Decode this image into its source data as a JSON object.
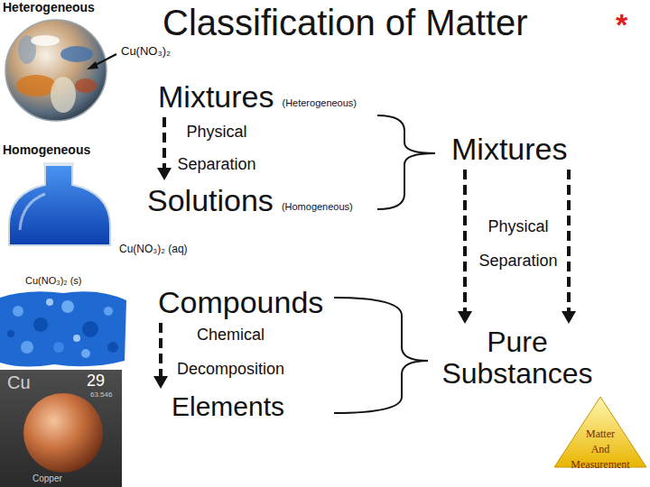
{
  "diagram": {
    "title": "Classification of Matter",
    "nodes": [
      {
        "text": [
          "Mixtures",
          "(Heterogeneous)"
        ]
      },
      {
        "text": [
          "Solutions",
          "(Homogeneous)"
        ]
      },
      {
        "text": [
          "Compounds"
        ]
      },
      {
        "text": [
          "Elements"
        ]
      },
      {
        "text": [
          "Mixtures"
        ]
      },
      {
        "text": [
          "Pure Substances"
        ]
      },
      {
        "text": [
          "Matter And Measurement"
        ]
      }
    ],
    "edges": [
      {
        "from": 0,
        "to": 1,
        "arrow": "to",
        "label": "Physical Separation"
      },
      {
        "from": 2,
        "to": 3,
        "arrow": "to",
        "label": "Chemical Decomposition"
      },
      {
        "from": 4,
        "to": 5,
        "arrow": "to",
        "label": "Physical Separation"
      },
      {
        "from": 4,
        "to": 5,
        "arrow": "to"
      }
    ],
    "labels": [
      "Heterogeneous",
      "Cu(NO₃)₂",
      "Homogeneous",
      "Cu(NO₃)₂ (aq)",
      "Cu(NO₃)₂ (s)",
      "Cu",
      "29",
      "63.546",
      "Copper",
      "*"
    ]
  }
}
